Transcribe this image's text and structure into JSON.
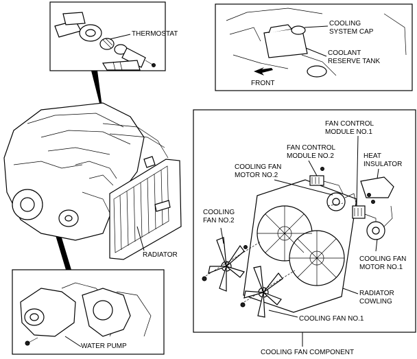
{
  "labels": {
    "thermostat": "THERMOSTAT",
    "cooling_system_cap_1": "COOLING",
    "cooling_system_cap_2": "SYSTEM CAP",
    "coolant_reserve_tank_1": "COOLANT",
    "coolant_reserve_tank_2": "RESERVE TANK",
    "front": "FRONT",
    "fan_control_module_1_l1": "FAN CONTROL",
    "fan_control_module_1_l2": "MODULE NO.1",
    "fan_control_module_2_l1": "FAN CONTROL",
    "fan_control_module_2_l2": "MODULE NO.2",
    "heat_insulator_l1": "HEAT",
    "heat_insulator_l2": "INSULATOR",
    "cooling_fan_motor_2_l1": "COOLING FAN",
    "cooling_fan_motor_2_l2": "MOTOR NO.2",
    "cooling_fan_2_l1": "COOLING",
    "cooling_fan_2_l2": "FAN NO.2",
    "radiator": "RADIATOR",
    "cooling_fan_motor_1_l1": "COOLING FAN",
    "cooling_fan_motor_1_l2": "MOTOR NO.1",
    "radiator_cowling_l1": "RADIATOR",
    "radiator_cowling_l2": "COWLING",
    "cooling_fan_1": "COOLING FAN NO.1",
    "water_pump": "WATER PUMP",
    "cooling_fan_component": "COOLING FAN COMPONENT"
  }
}
